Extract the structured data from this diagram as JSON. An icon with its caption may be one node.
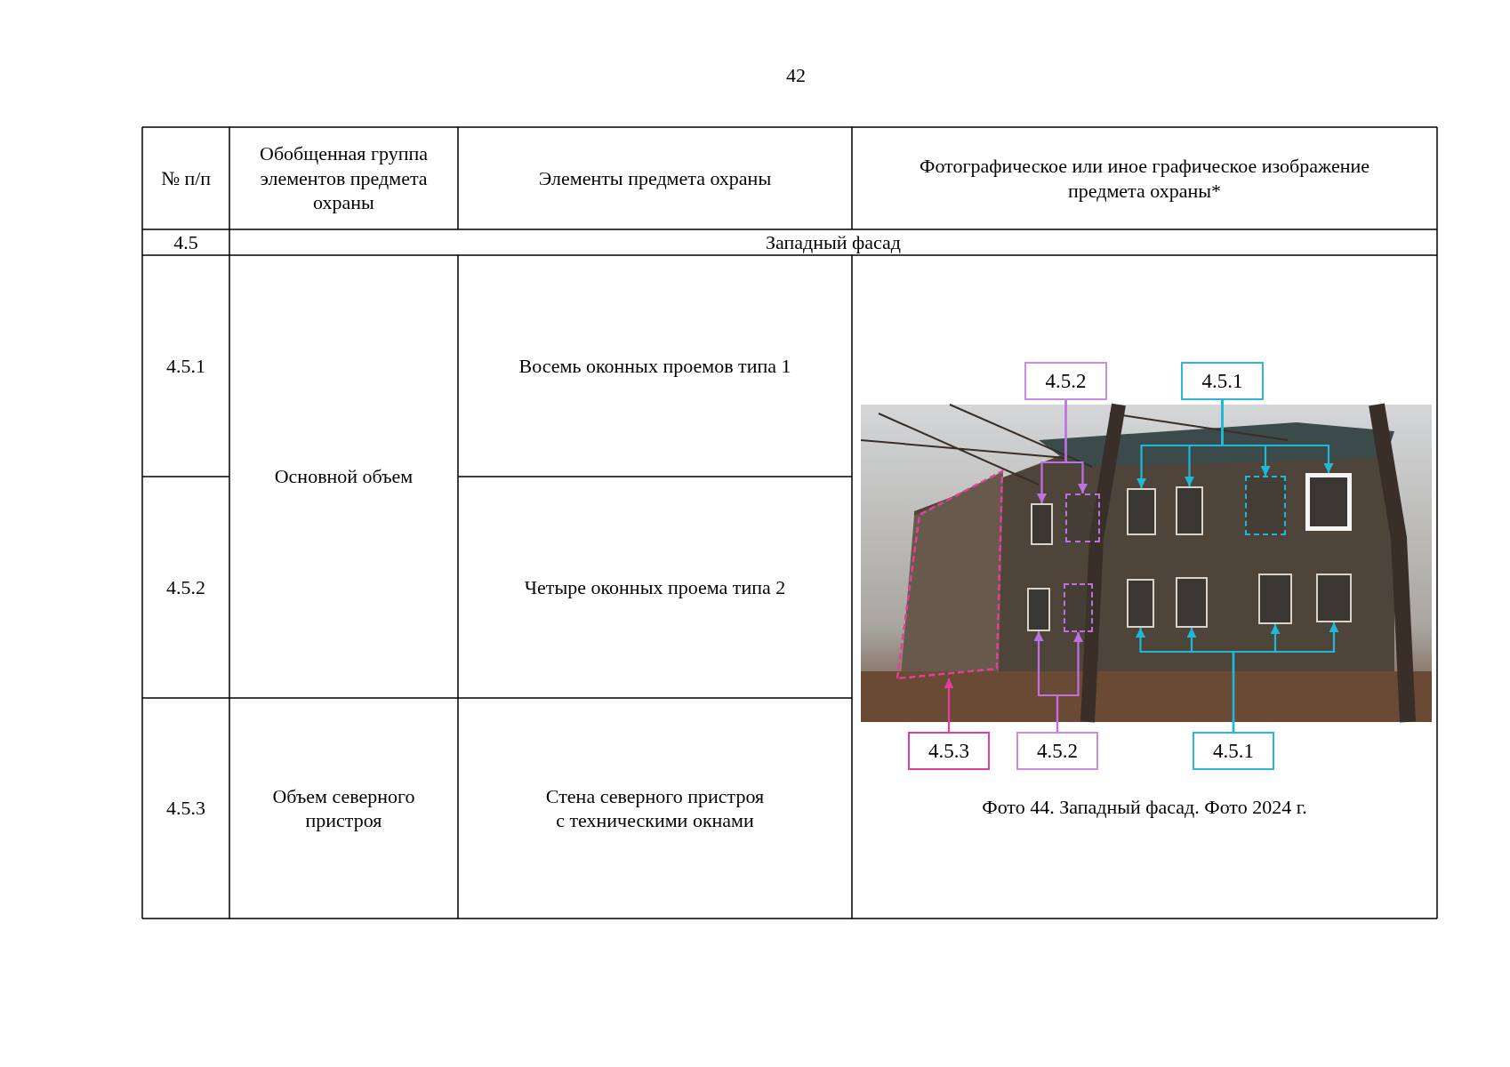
{
  "diagram": {
    "nodes": [
      {
        "text": [
          "4.5.2"
        ]
      },
      {
        "text": [
          "4.5.1"
        ]
      },
      {
        "text": [],
        "shape": "box"
      },
      {
        "text": [],
        "shape": "box"
      },
      {
        "text": [],
        "shape": "box"
      },
      {
        "text": [],
        "shape": "box"
      },
      {
        "text": [],
        "shape": "box"
      },
      {
        "text": [],
        "shape": "box"
      },
      {
        "text": [],
        "shape": "box"
      },
      {
        "text": [],
        "shape": "box"
      },
      {
        "text": [],
        "shape": "box"
      },
      {
        "text": [],
        "shape": "box"
      },
      {
        "text": [],
        "shape": "box"
      },
      {
        "text": [],
        "shape": "box"
      },
      {
        "text": [],
        "shape": "box"
      },
      {
        "text": [
          "4.5.3"
        ]
      },
      {
        "text": [
          "4.5.2"
        ]
      },
      {
        "text": [
          "4.5.1"
        ]
      }
    ],
    "edges": [
      {
        "from": 0,
        "to": 3,
        "arrow": "to",
        "color": "#c070e0"
      },
      {
        "from": 0,
        "to": 4,
        "arrow": "to",
        "color": "#c070e0"
      },
      {
        "from": 1,
        "to": 5,
        "arrow": "to"
      },
      {
        "from": 1,
        "to": 6,
        "arrow": "to"
      },
      {
        "from": 1,
        "to": 7,
        "arrow": "to"
      },
      {
        "from": 1,
        "to": 8,
        "arrow": "to"
      },
      {
        "from": 15,
        "to": 2,
        "arrow": "to",
        "color": "#e0409a"
      },
      {
        "from": 16,
        "to": 9,
        "arrow": "to",
        "color": "#c070e0"
      },
      {
        "from": 16,
        "to": 10,
        "arrow": "to",
        "color": "#c070e0"
      },
      {
        "from": 17,
        "to": 11,
        "arrow": "to"
      },
      {
        "from": 17,
        "to": 12,
        "arrow": "to"
      },
      {
        "from": 17,
        "to": 13,
        "arrow": "to"
      },
      {
        "from": 17,
        "to": 14,
        "arrow": "to"
      }
    ],
    "labels": [
      "42",
      "№ п/п",
      "Обобщенная группа элементов предмета охраны",
      "Элементы предмета охраны",
      "Фотографическое или иное графическое изображение предмета охраны*",
      "4.5",
      "Западный фасад",
      "4.5.1",
      "Основной объем",
      "Восемь оконных проемов типа 1",
      "4.5.2",
      "Четыре оконных проема типа 2",
      "4.5.3",
      "Объем северного пристроя",
      "Стена северного пристроя с техническими окнами",
      "Фото 44. Западный фасад. Фото 2024 г."
    ]
  }
}
